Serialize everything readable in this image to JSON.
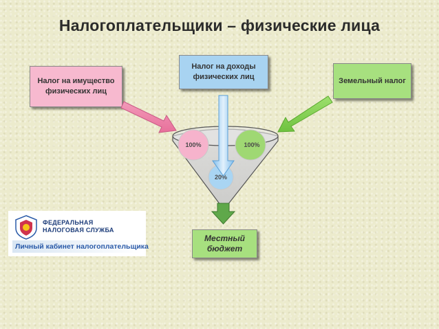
{
  "title": "Налогоплательщики – физические лица",
  "sources": {
    "property": "Налог на имущество физических лиц",
    "income": "Налог на доходы физических лиц",
    "land": "Земельный налог"
  },
  "funnel": {
    "left_percent": "100%",
    "right_percent": "100%",
    "center_percent": "20%"
  },
  "destination": "Местный бюджет",
  "logo": {
    "line1": "ФЕДЕРАЛЬНАЯ",
    "line2": "НАЛОГОВАЯ СЛУЖБА",
    "banner": "Личный кабинет налогоплательщика"
  },
  "colors": {
    "pink": "#f7b9cf",
    "blue": "#a8d3f1",
    "green": "#a7e07f"
  }
}
